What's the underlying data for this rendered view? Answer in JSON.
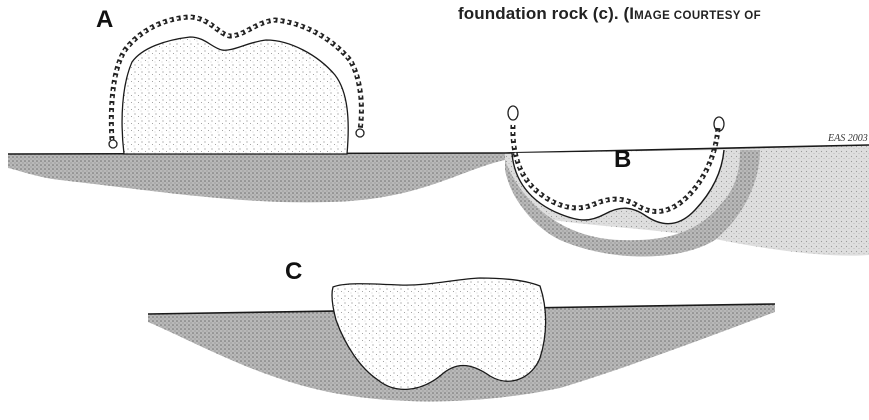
{
  "caption": {
    "text_main": "foundation rock (c). (I",
    "text_smallcaps": "MAGE COURTESY OF"
  },
  "labels": {
    "a": "A",
    "b": "B",
    "c": "C"
  },
  "signature": "EAS 2003",
  "colors": {
    "ink": "#1a1a1a",
    "ground_shade": "#8c8c8c",
    "rock_stipple": "#555555",
    "net_beads": "#222222"
  }
}
